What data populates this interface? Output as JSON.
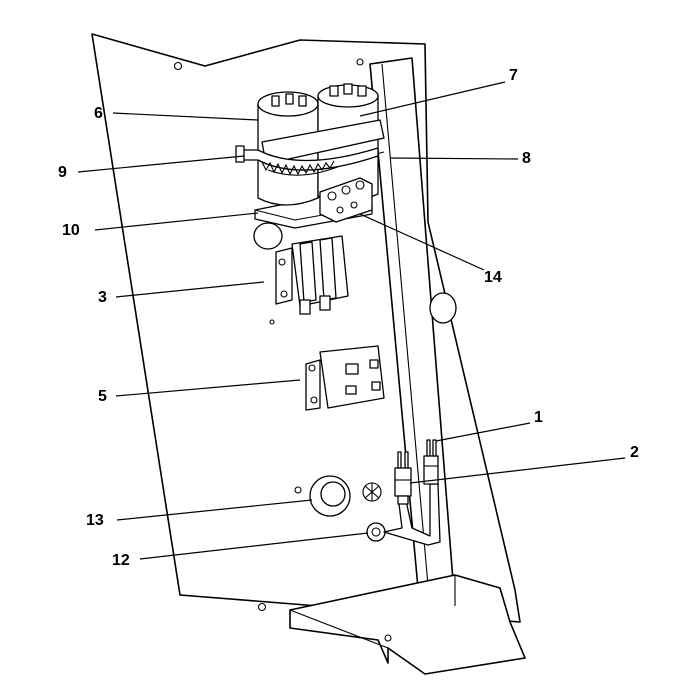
{
  "callouts": {
    "c1": "1",
    "c2": "2",
    "c3": "3",
    "c5": "5",
    "c6": "6",
    "c7": "7",
    "c8": "8",
    "c9": "9",
    "c10": "10",
    "c12": "12",
    "c13": "13",
    "c14": "14"
  },
  "icons": {
    "panel": "electrical-control-panel-icon",
    "capacitor": "cylindrical-capacitor-icon",
    "relay": "relay-icon",
    "plug": "power-plug-icon"
  },
  "colors": {
    "line": "#000000",
    "background": "#ffffff"
  }
}
